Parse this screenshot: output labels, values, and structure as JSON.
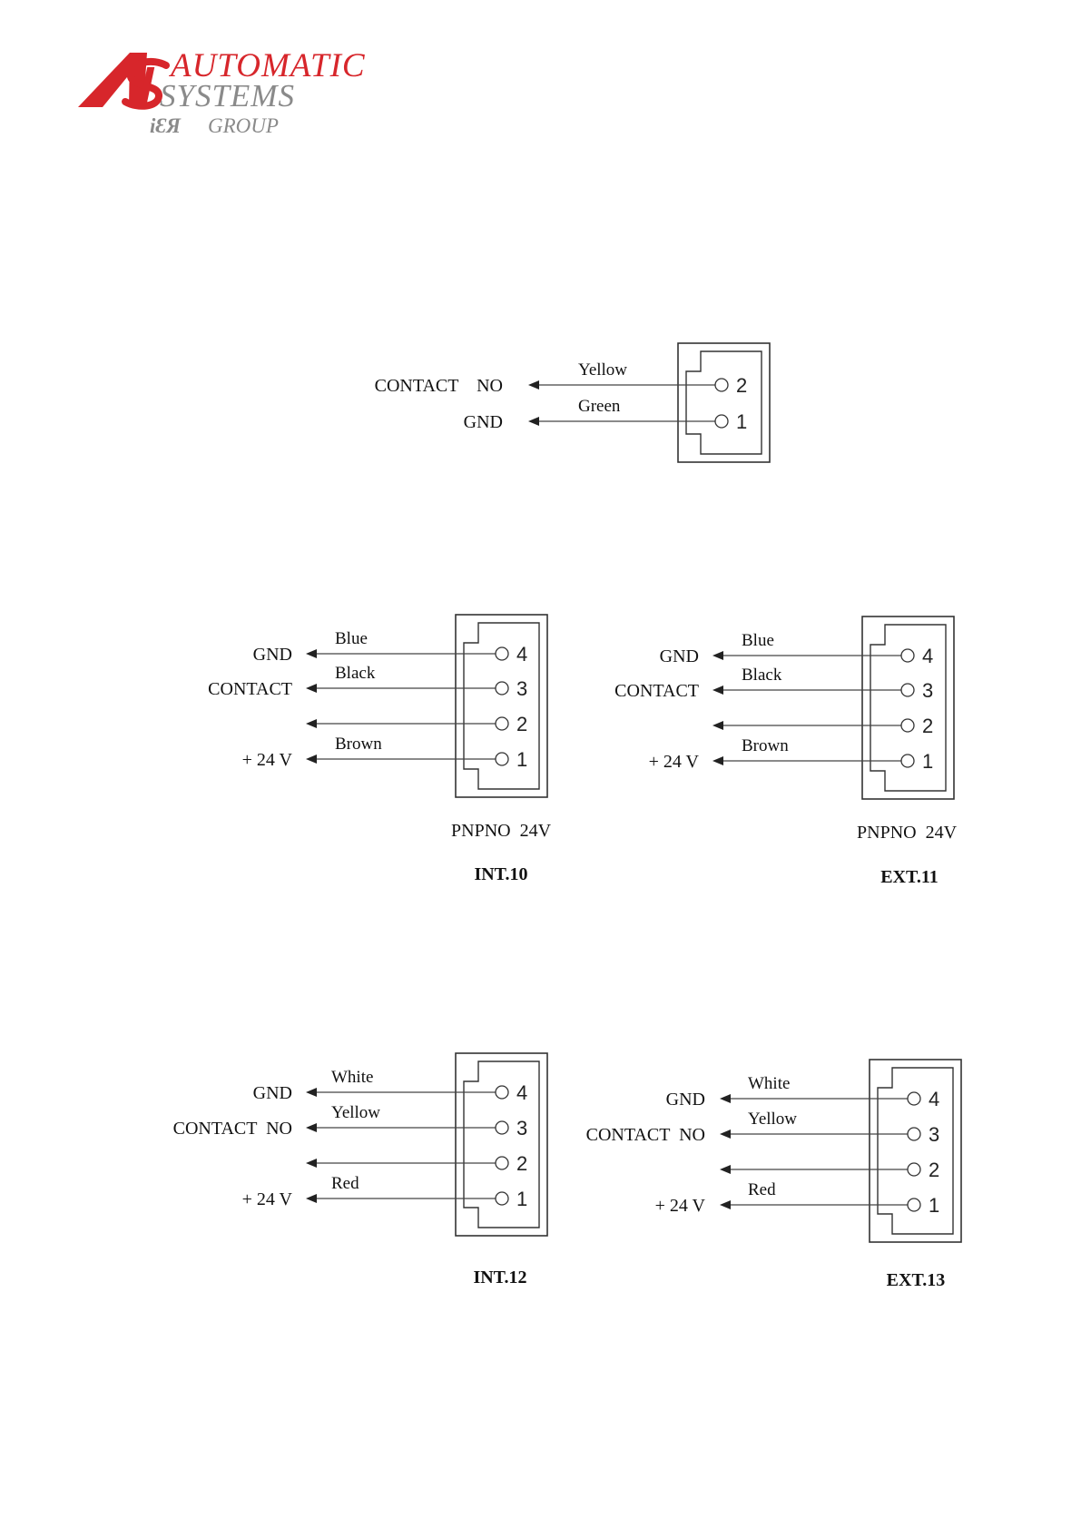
{
  "logo": {
    "line1": "AUTOMATIC",
    "line2": "SYSTEMS",
    "line3": "GROUP",
    "mark": "AS",
    "group_mark": "IER",
    "colors": {
      "red": "#d7262b",
      "gray": "#8a8a8a"
    }
  },
  "connectors": [
    {
      "pin_count": 2,
      "caption": "",
      "title": "",
      "pins": [
        {
          "num": "2",
          "wire": "Yellow",
          "signal": "CONTACT    NO"
        },
        {
          "num": "1",
          "wire": "Green",
          "signal": "GND"
        }
      ]
    },
    {
      "pin_count": 4,
      "caption": "PNPNO  24V",
      "title": "INT.10",
      "pins": [
        {
          "num": "4",
          "wire": "Blue",
          "signal": "GND"
        },
        {
          "num": "3",
          "wire": "Black",
          "signal": "CONTACT"
        },
        {
          "num": "2",
          "wire": "",
          "signal": ""
        },
        {
          "num": "1",
          "wire": "Brown",
          "signal": "+ 24 V"
        }
      ]
    },
    {
      "pin_count": 4,
      "caption": "PNPNO  24V",
      "title": "EXT.11",
      "pins": [
        {
          "num": "4",
          "wire": "Blue",
          "signal": "GND"
        },
        {
          "num": "3",
          "wire": "Black",
          "signal": "CONTACT"
        },
        {
          "num": "2",
          "wire": "",
          "signal": ""
        },
        {
          "num": "1",
          "wire": "Brown",
          "signal": "+ 24 V"
        }
      ]
    },
    {
      "pin_count": 4,
      "caption": "",
      "title": "INT.12",
      "pins": [
        {
          "num": "4",
          "wire": "White",
          "signal": "GND"
        },
        {
          "num": "3",
          "wire": "Yellow",
          "signal": "CONTACT  NO"
        },
        {
          "num": "2",
          "wire": "",
          "signal": ""
        },
        {
          "num": "1",
          "wire": "Red",
          "signal": "+ 24 V"
        }
      ]
    },
    {
      "pin_count": 4,
      "caption": "",
      "title": "EXT.13",
      "pins": [
        {
          "num": "4",
          "wire": "White",
          "signal": "GND"
        },
        {
          "num": "3",
          "wire": "Yellow",
          "signal": "CONTACT  NO"
        },
        {
          "num": "2",
          "wire": "",
          "signal": ""
        },
        {
          "num": "1",
          "wire": "Red",
          "signal": "+ 24 V"
        }
      ]
    }
  ]
}
